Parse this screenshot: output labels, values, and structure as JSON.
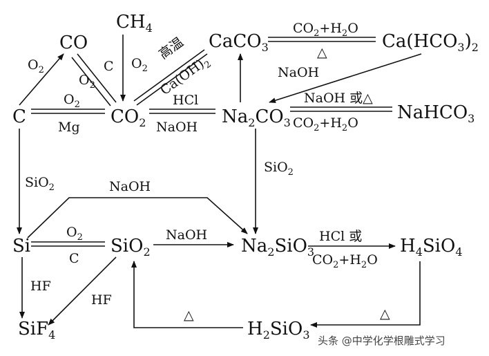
{
  "species": {
    "CH4": [
      "CH",
      "4"
    ],
    "CO": [
      "CO",
      ""
    ],
    "CaCO3": [
      "CaCO",
      "3"
    ],
    "CaHCO32_a": "Ca(HCO",
    "CaHCO32_b": "3",
    "CaHCO32_c": ")",
    "CaHCO32_d": "2",
    "C": "C",
    "CO2": [
      "CO",
      "2"
    ],
    "Na2CO3_a": "Na",
    "Na2CO3_b": "2",
    "Na2CO3_c": "CO",
    "Na2CO3_d": "3",
    "NaHCO3": "NaHCO",
    "NaHCO3_sub": "3",
    "Si": "Si",
    "SiO2": [
      "SiO",
      "2"
    ],
    "Na2SiO3_a": "Na",
    "Na2SiO3_b": "2",
    "Na2SiO3_c": "SiO",
    "Na2SiO3_d": "3",
    "H4SiO4_a": "H",
    "H4SiO4_b": "4",
    "H4SiO4_c": "SiO",
    "H4SiO4_d": "4",
    "SiF4": [
      "SiF",
      "4"
    ],
    "H2SiO3_a": "H",
    "H2SiO3_b": "2",
    "H2SiO3_c": "SiO",
    "H2SiO3_d": "3"
  },
  "labels": {
    "c_to_co_o2": [
      "O",
      "2"
    ],
    "co_to_co2_o2": [
      "O",
      "2"
    ],
    "co2_to_co_c": "C",
    "ch4_o2": [
      "O",
      "2"
    ],
    "co2_caco3_gaowen": "高温",
    "co2_caco3_caoh2_a": "Ca(OH)",
    "co2_caco3_caoh2_b": "2",
    "c_co2_o2": [
      "O",
      "2"
    ],
    "co2_c_mg": "Mg",
    "co2_na2co3_hcl": "HCl",
    "co2_na2co3_naoh": "NaOH",
    "caco3_cahco3_top_a": "CO",
    "caco3_cahco3_top_b": "2",
    "caco3_cahco3_top_c": "+H",
    "caco3_cahco3_top_d": "2",
    "caco3_cahco3_top_e": "O",
    "caco3_cahco3_delta": "△",
    "cahco3_na2co3_naoh": "NaOH",
    "na2co3_nahco3_top": "NaOH 或△",
    "na2co3_nahco3_bot_a": "CO",
    "na2co3_nahco3_bot_b": "2",
    "na2co3_nahco3_bot_c": "+H",
    "na2co3_nahco3_bot_d": "2",
    "na2co3_nahco3_bot_e": "O",
    "c_si_sio2": [
      "SiO",
      "2"
    ],
    "na2co3_na2sio3_sio2": [
      "SiO",
      "2"
    ],
    "si_na2sio3_naoh": "NaOH",
    "si_sio2_o2": [
      "O",
      "2"
    ],
    "sio2_si_c": "C",
    "sio2_na2sio3_naoh": "NaOH",
    "na2sio3_h4sio4_top": "HCl 或",
    "na2sio3_h4sio4_bot_a": "CO",
    "na2sio3_h4sio4_bot_b": "2",
    "na2sio3_h4sio4_bot_c": "+H",
    "na2sio3_h4sio4_bot_d": "2",
    "na2sio3_h4sio4_bot_e": "O",
    "si_sif4_hf": "HF",
    "sio2_sif4_hf": "HF",
    "h2sio3_sio2_delta": "△",
    "h4sio4_h2sio3_delta": "△"
  },
  "watermark": "头条 @中学化学根雕式学习"
}
